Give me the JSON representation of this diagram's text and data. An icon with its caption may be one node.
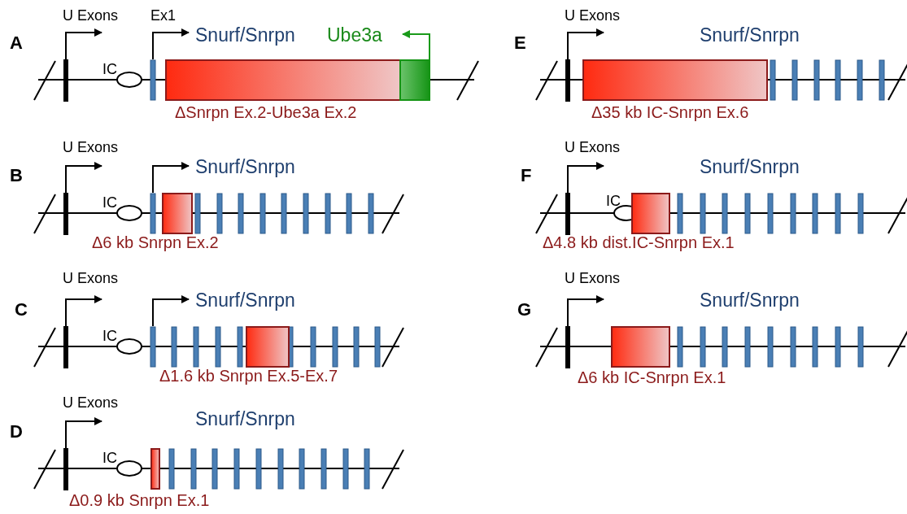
{
  "diagram": {
    "labels": [
      "A",
      "U Exons",
      "Ex1",
      "Snurf/Snrpn",
      "Ube3a",
      "IC",
      "ΔSnrpn Ex.2-Ube3a Ex.2",
      "B",
      "U Exons",
      "Snurf/Snrpn",
      "IC",
      "Δ6 kb Snrpn Ex.2",
      "C",
      "U Exons",
      "Snurf/Snrpn",
      "IC",
      "Δ1.6 kb Snrpn Ex.5-Ex.7",
      "D",
      "U Exons",
      "Snurf/Snrpn",
      "IC",
      "Δ0.9 kb Snrpn Ex.1",
      "E",
      "U Exons",
      "Snurf/Snrpn",
      "Δ35 kb IC-Snrpn Ex.6",
      "F",
      "U Exons",
      "Snurf/Snrpn",
      "IC",
      "Δ4.8 kb dist.IC-Snrpn Ex.1",
      "G",
      "U Exons",
      "Snurf/Snrpn",
      "Δ6 kb IC-Snrpn Ex.1"
    ]
  }
}
